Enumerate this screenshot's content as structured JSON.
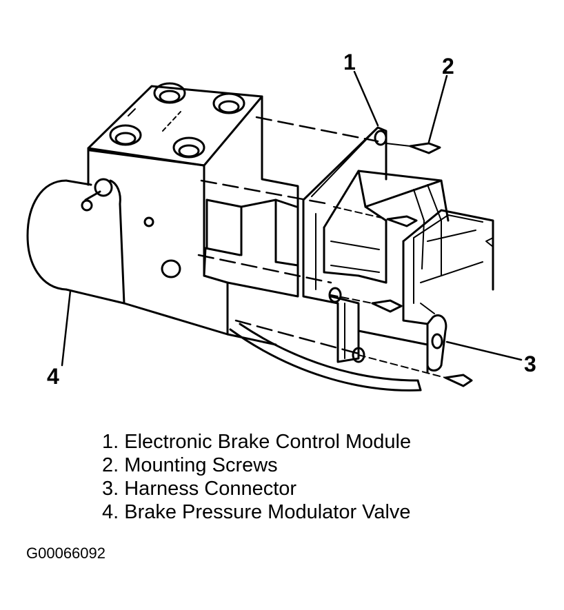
{
  "diagram": {
    "subject": "Electronic brake control module mounted to brake pressure modulator valve",
    "callouts": [
      {
        "number": "1"
      },
      {
        "number": "2"
      },
      {
        "number": "3"
      },
      {
        "number": "4"
      }
    ]
  },
  "legend": [
    "1. Electronic Brake Control Module",
    "2. Mounting Screws",
    "3. Harness Connector",
    "4. Brake Pressure Modulator Valve"
  ],
  "figure_id": "G00066092",
  "colors": {
    "ink": "#000000",
    "paper": "#ffffff"
  }
}
